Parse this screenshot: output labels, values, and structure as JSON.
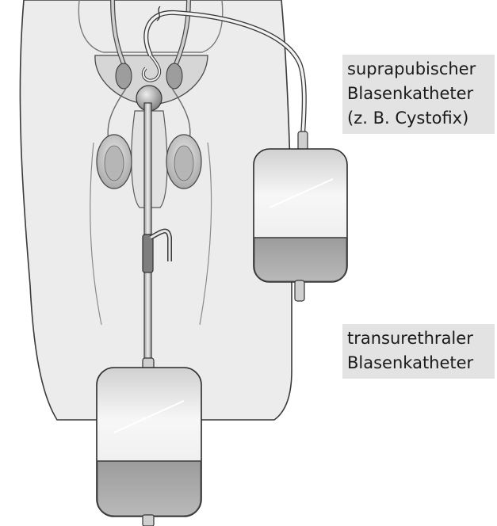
{
  "labels": {
    "suprapubic": {
      "line1": "suprapubischer",
      "line2": "Blasenkatheter",
      "line3": "(z. B. Cystofix)"
    },
    "transurethral": {
      "line1": "transurethraler",
      "line2": "Blasenkatheter"
    }
  },
  "colors": {
    "body_fill": "#ececec",
    "outline": "#3a3a3a",
    "label_background": "#e3e3e3",
    "urine_fill": "#a8a8a8"
  }
}
